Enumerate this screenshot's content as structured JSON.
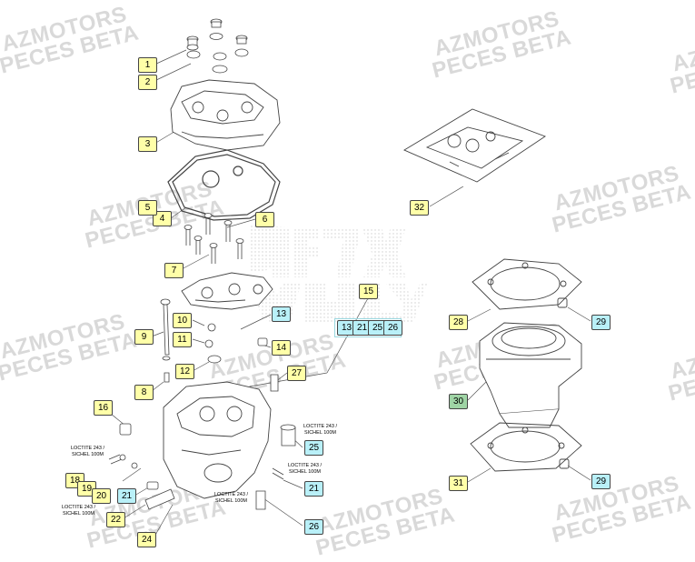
{
  "watermark": {
    "line1": "AZMOTORS",
    "line2": "PECES BETA"
  },
  "callouts": [
    {
      "id": "c1",
      "num": "1",
      "color": "y"
    },
    {
      "id": "c2",
      "num": "2",
      "color": "y"
    },
    {
      "id": "c3",
      "num": "3",
      "color": "y"
    },
    {
      "id": "c4",
      "num": "4",
      "color": "y"
    },
    {
      "id": "c5",
      "num": "5",
      "color": "y"
    },
    {
      "id": "c6",
      "num": "6",
      "color": "y"
    },
    {
      "id": "c7",
      "num": "7",
      "color": "y"
    },
    {
      "id": "c8",
      "num": "8",
      "color": "y"
    },
    {
      "id": "c9",
      "num": "9",
      "color": "y"
    },
    {
      "id": "c10",
      "num": "10",
      "color": "y"
    },
    {
      "id": "c11",
      "num": "11",
      "color": "y"
    },
    {
      "id": "c12",
      "num": "12",
      "color": "y"
    },
    {
      "id": "c13",
      "num": "13",
      "color": "b"
    },
    {
      "id": "c14",
      "num": "14",
      "color": "y"
    },
    {
      "id": "c15",
      "num": "15",
      "color": "y"
    },
    {
      "id": "c16",
      "num": "16",
      "color": "y"
    },
    {
      "id": "c18",
      "num": "18",
      "color": "y"
    },
    {
      "id": "c19",
      "num": "19",
      "color": "y"
    },
    {
      "id": "c20",
      "num": "20",
      "color": "y"
    },
    {
      "id": "c21a",
      "num": "21",
      "color": "b"
    },
    {
      "id": "c21b",
      "num": "21",
      "color": "b"
    },
    {
      "id": "c22",
      "num": "22",
      "color": "y"
    },
    {
      "id": "c24",
      "num": "24",
      "color": "y"
    },
    {
      "id": "c25",
      "num": "25",
      "color": "b"
    },
    {
      "id": "c26",
      "num": "26",
      "color": "b"
    },
    {
      "id": "c27",
      "num": "27",
      "color": "y"
    },
    {
      "id": "c28",
      "num": "28",
      "color": "y"
    },
    {
      "id": "c29a",
      "num": "29",
      "color": "b"
    },
    {
      "id": "c29b",
      "num": "29",
      "color": "b"
    },
    {
      "id": "c30",
      "num": "30",
      "color": "g"
    },
    {
      "id": "c31",
      "num": "31",
      "color": "y"
    },
    {
      "id": "c32",
      "num": "32",
      "color": "y"
    },
    {
      "id": "g13",
      "num": "13",
      "color": "b"
    },
    {
      "id": "g21",
      "num": "21",
      "color": "b"
    },
    {
      "id": "g25",
      "num": "25",
      "color": "b"
    },
    {
      "id": "g26",
      "num": "26",
      "color": "b"
    }
  ],
  "notes": {
    "n1": [
      "LOCTITE 243 /",
      "SICHEL 100M"
    ],
    "n2": [
      "LOCTITE 243 /",
      "SICHEL 100M"
    ],
    "n3": [
      "LOCTITE 243 /",
      "SICHEL 100M"
    ],
    "n4": [
      "LOCTITE 243 /",
      "SICHEL 100M"
    ],
    "n5": [
      "LOCTITE 243 /",
      "SICHEL 100M"
    ]
  },
  "colors": {
    "yellow": "#ffffa8",
    "blue": "#b9f0f8",
    "green": "#9fd4a5",
    "line": "#555555"
  }
}
